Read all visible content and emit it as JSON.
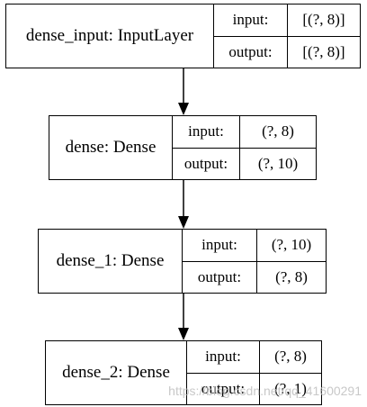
{
  "layers": [
    {
      "name": "dense_input: InputLayer",
      "input_label": "input:",
      "input_shape": "[(?, 8)]",
      "output_label": "output:",
      "output_shape": "[(?, 8)]"
    },
    {
      "name": "dense: Dense",
      "input_label": "input:",
      "input_shape": "(?, 8)",
      "output_label": "output:",
      "output_shape": "(?, 10)"
    },
    {
      "name": "dense_1: Dense",
      "input_label": "input:",
      "input_shape": "(?, 10)",
      "output_label": "output:",
      "output_shape": "(?, 8)"
    },
    {
      "name": "dense_2: Dense",
      "input_label": "input:",
      "input_shape": "(?, 8)",
      "output_label": "output:",
      "output_shape": "(?, 1)"
    }
  ],
  "watermark": "https://blog.csdn.net/qq_41600291"
}
